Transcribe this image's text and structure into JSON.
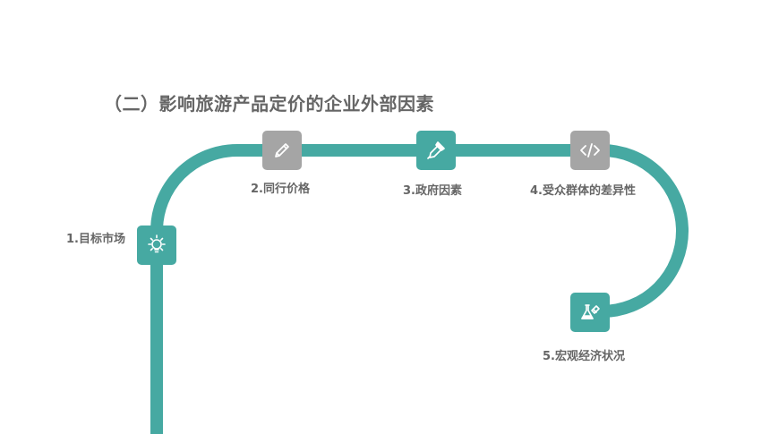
{
  "title": "（二）影响旅游产品定价的企业外部因素",
  "colors": {
    "track": "#46a9a2",
    "node_teal": "#46a9a2",
    "node_gray": "#a5a5a5",
    "text": "#666666"
  },
  "steps": [
    {
      "label": "1.目标市场",
      "icon": "lightbulb-icon"
    },
    {
      "label": "2.同行价格",
      "icon": "pencil-icon"
    },
    {
      "label": "3.政府因素",
      "icon": "dropper-icon"
    },
    {
      "label": "4.受众群体的差异性",
      "icon": "code-icon"
    },
    {
      "label": "5.宏观经济状况",
      "icon": "flask-icon"
    }
  ]
}
